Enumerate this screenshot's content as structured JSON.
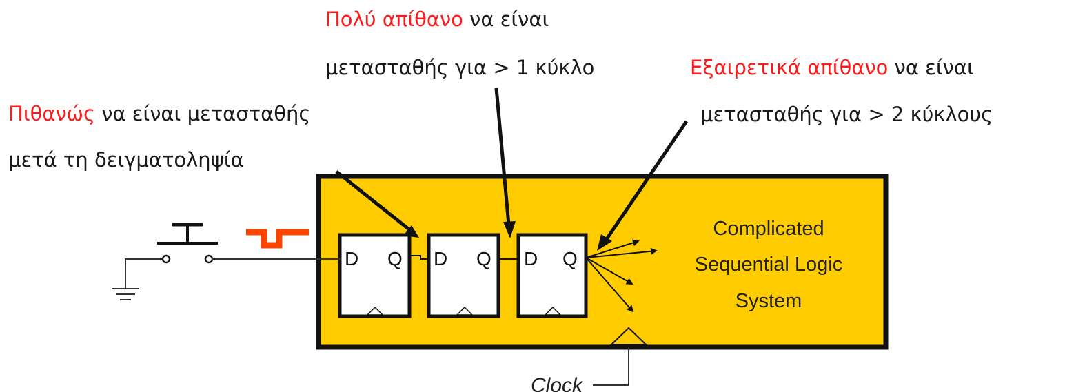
{
  "colors": {
    "system_fill": "#ffcc00",
    "highlight_text": "#ff1a1a",
    "pulse": "#ff4400",
    "stroke": "#111111",
    "text": "#1a1a1a"
  },
  "annotations": {
    "first": {
      "highlight": "Πιθανώς",
      "rest_line1": " να είναι μετασταθής",
      "line2": "μετά τη δειγματοληψία"
    },
    "second": {
      "highlight": "Πολύ απίθανο",
      "rest_line1": " να είναι",
      "line2": "μετασταθής για > 1 κύκλο"
    },
    "third": {
      "highlight": "Εξαιρετικά απίθανο",
      "rest_line1": " να είναι",
      "line2": "μετασταθής για > 2 κύκλους"
    }
  },
  "flipflops": [
    {
      "d_label": "D",
      "q_label": "Q"
    },
    {
      "d_label": "D",
      "q_label": "Q"
    },
    {
      "d_label": "D",
      "q_label": "Q"
    }
  ],
  "system": {
    "line1": "Complicated",
    "line2": "Sequential Logic",
    "line3": "System"
  },
  "clock_label": "Clock",
  "icons": {
    "switch": "pushbutton-switch-icon",
    "ground": "ground-icon",
    "pulse": "pulse-waveform-icon"
  }
}
